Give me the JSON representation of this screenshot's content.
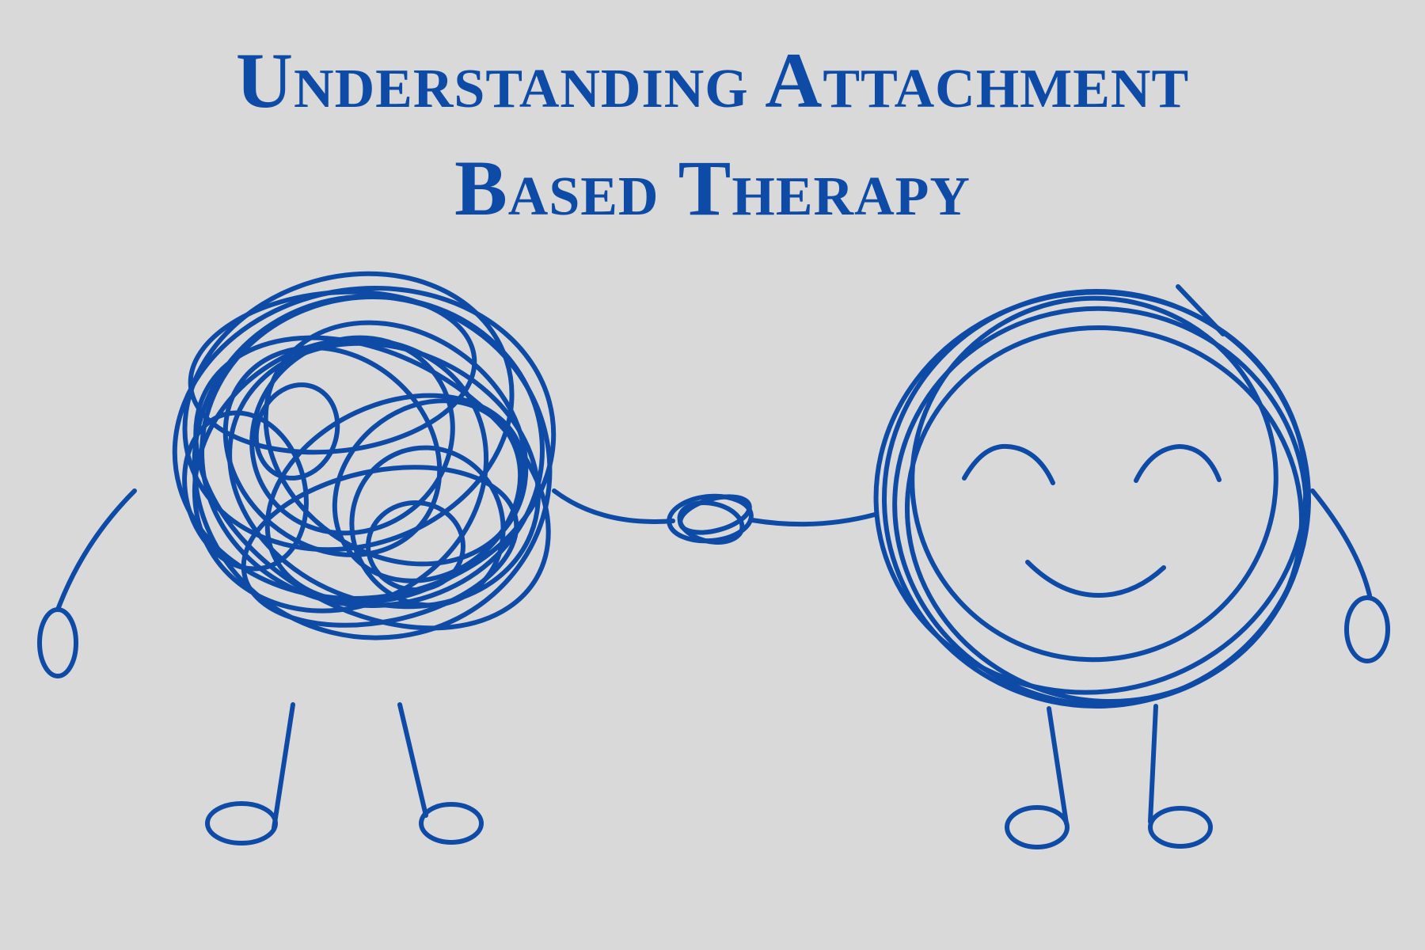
{
  "title": {
    "line1": "Understanding Attachment",
    "line2": "Based Therapy"
  },
  "colors": {
    "background": "#d9d9d9",
    "ink": "#0e4ba6"
  },
  "illustration": {
    "left_figure": "tangled-scribble-figure",
    "right_figure": "smiling-circle-figure",
    "connection": "holding-hands"
  }
}
